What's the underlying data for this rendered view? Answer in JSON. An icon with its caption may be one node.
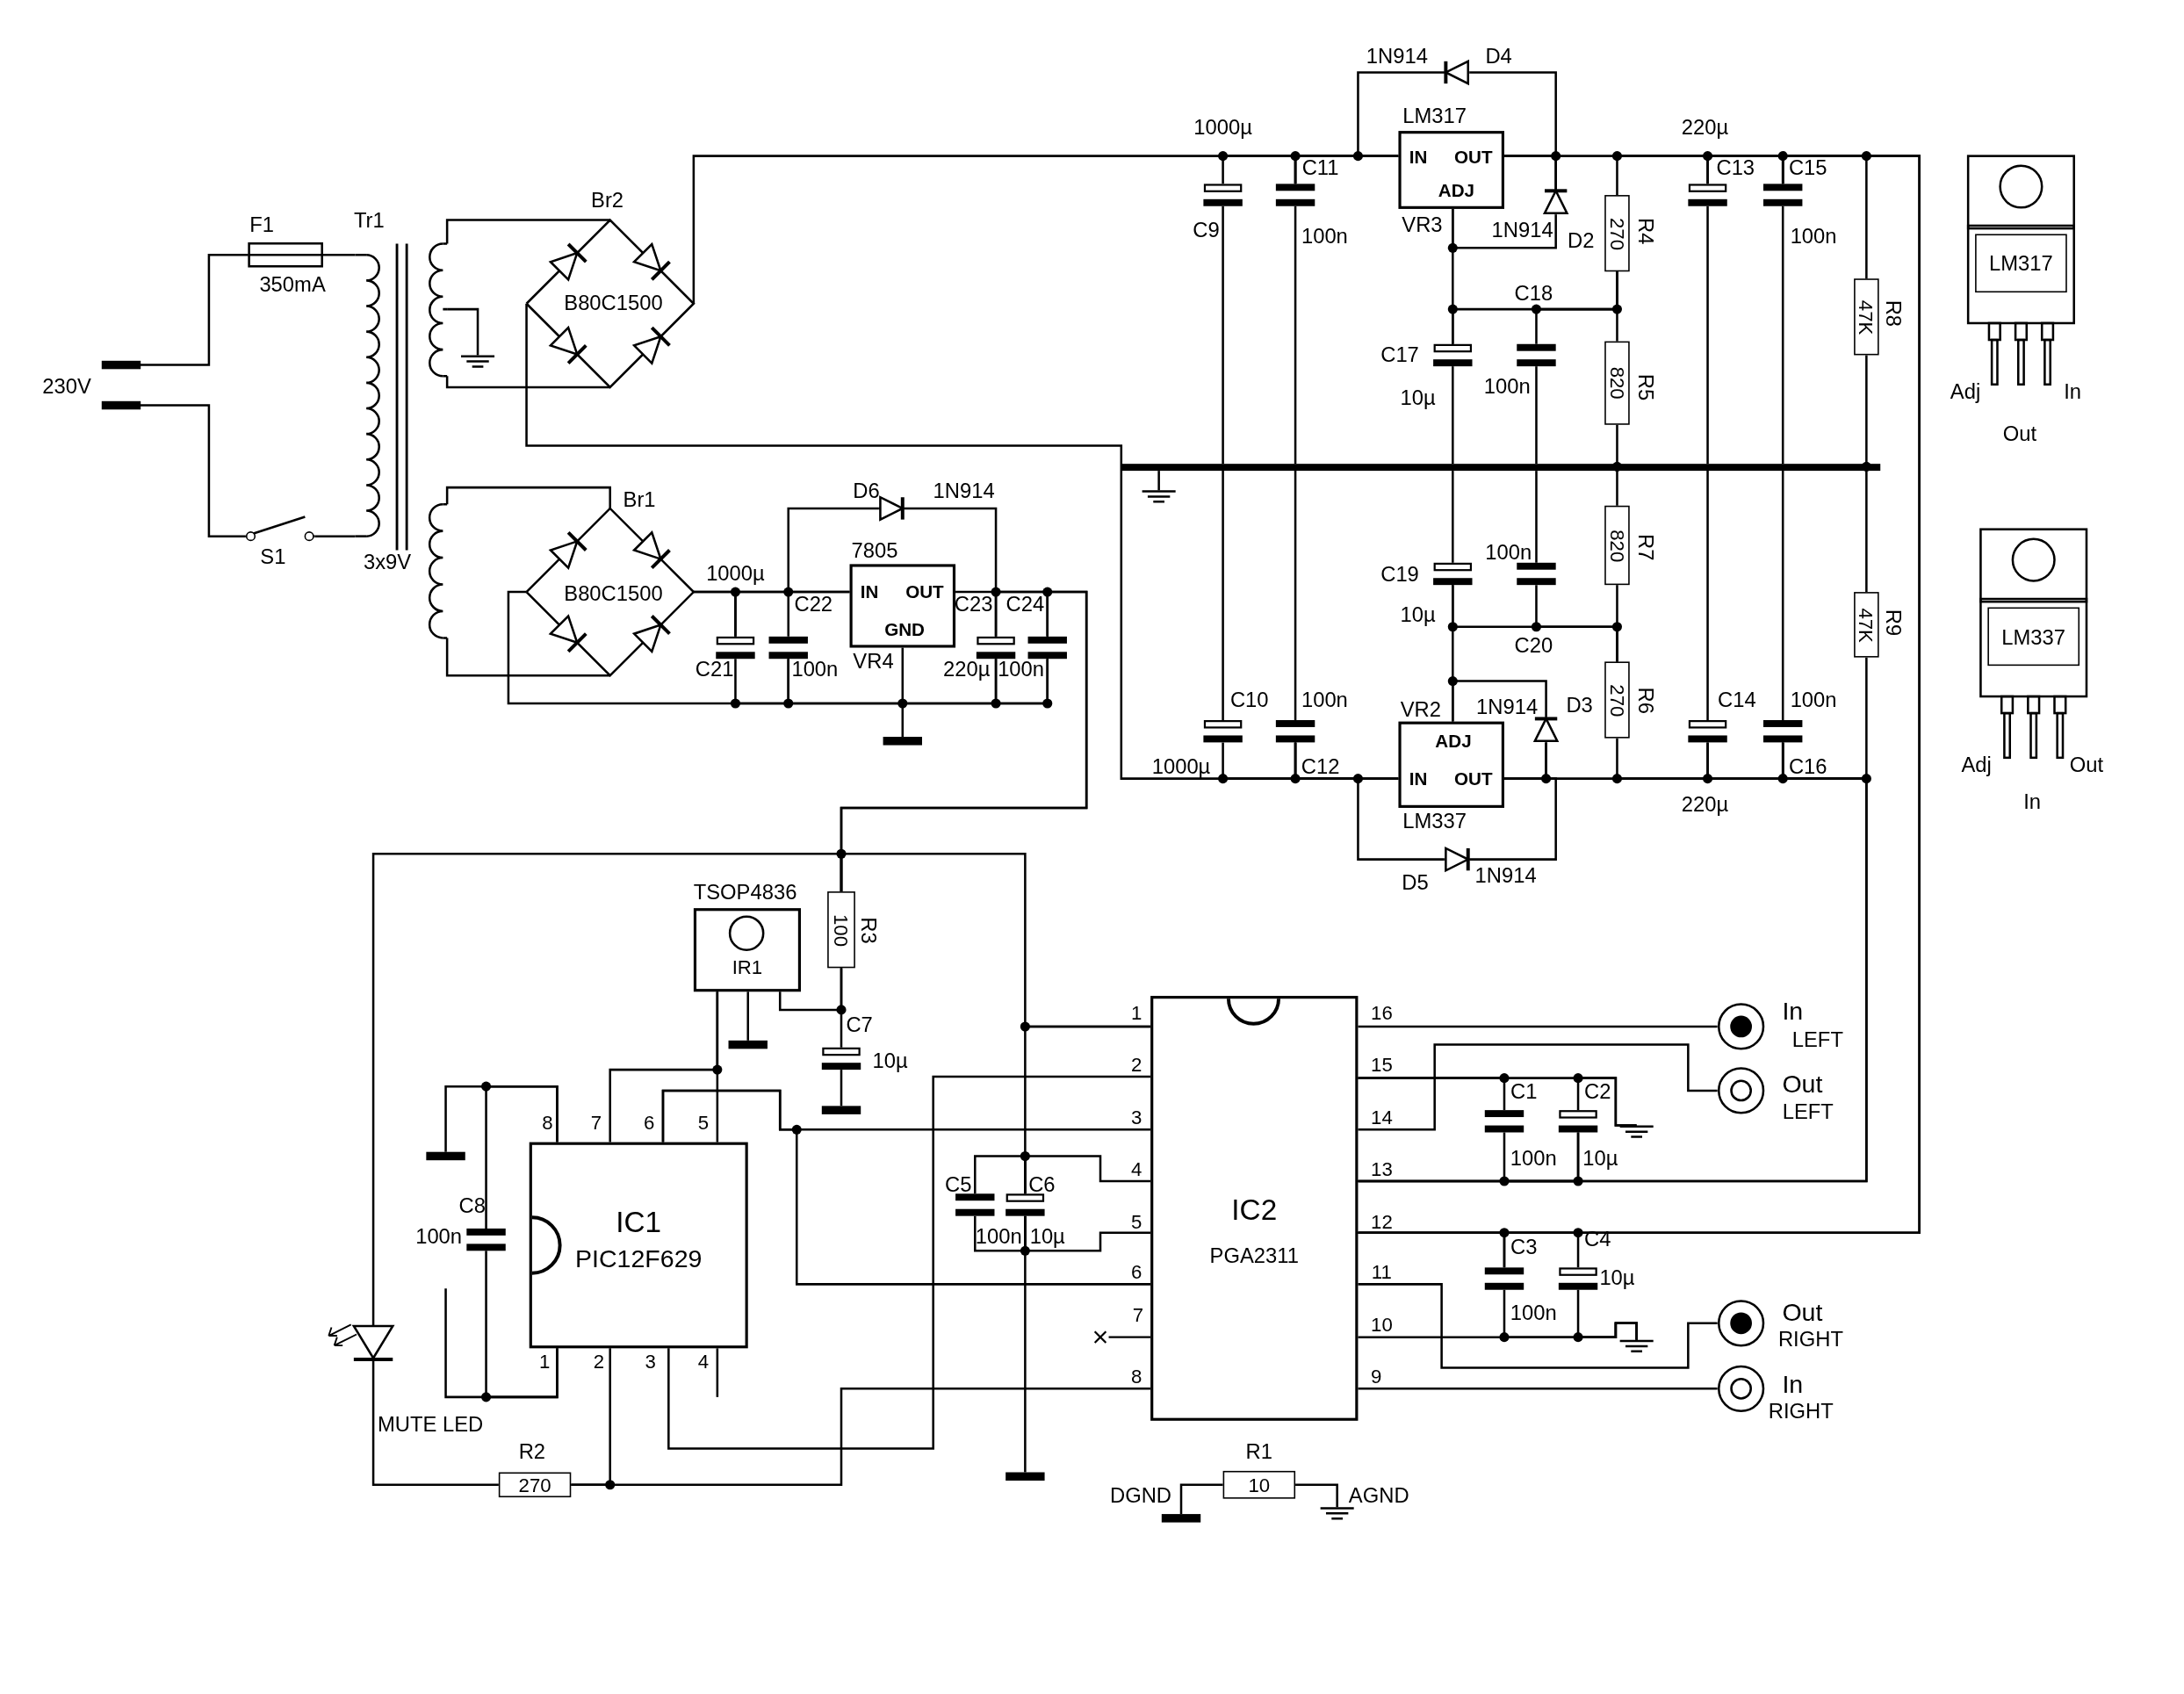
{
  "diagram": {
    "nodes": [
      {
        "text": [
          "IC1",
          "PIC12F629"
        ]
      },
      {
        "text": [
          "IC2",
          "PGA2311"
        ]
      },
      {
        "text": [
          "IN",
          "OUT",
          "ADJ"
        ],
        "beside": [
          "LM317",
          "VR3"
        ]
      },
      {
        "text": [
          "IN",
          "OUT",
          "GND"
        ],
        "beside": [
          "7805",
          "VR4"
        ]
      },
      {
        "text": [
          "ADJ",
          "IN",
          "OUT"
        ],
        "beside": [
          "VR2",
          "LM337"
        ]
      },
      {
        "text": [
          "IR1"
        ],
        "beside": [
          "TSOP4836"
        ]
      },
      {
        "text": [
          "10"
        ],
        "beside": [
          "R1"
        ]
      },
      {
        "text": [
          "270"
        ],
        "beside": [
          "R2"
        ]
      },
      {
        "text": [
          "100"
        ],
        "beside": [
          "R3"
        ]
      },
      {
        "text": [
          "270"
        ],
        "beside": [
          "R4"
        ]
      },
      {
        "text": [
          "820"
        ],
        "beside": [
          "R5"
        ]
      },
      {
        "text": [
          "270"
        ],
        "beside": [
          "R6"
        ]
      },
      {
        "text": [
          "820"
        ],
        "beside": [
          "R7"
        ]
      },
      {
        "text": [
          "47K"
        ],
        "beside": [
          "R8"
        ]
      },
      {
        "text": [
          "47K"
        ],
        "beside": [
          "R9"
        ]
      },
      {
        "text": [
          "LM317"
        ]
      },
      {
        "text": [
          "LM337"
        ]
      },
      {
        "text": [],
        "shape": "circle",
        "beside": [
          "In",
          "LEFT"
        ]
      },
      {
        "text": [],
        "shape": "circle",
        "beside": [
          "Out",
          "LEFT"
        ]
      },
      {
        "text": [],
        "shape": "circle",
        "beside": [
          "Out",
          "RIGHT"
        ]
      },
      {
        "text": [],
        "shape": "circle",
        "beside": [
          "In",
          "RIGHT"
        ]
      },
      {
        "text": [
          "B80C1500"
        ],
        "beside": [
          "Br2"
        ]
      },
      {
        "text": [
          "B80C1500"
        ],
        "beside": [
          "Br1"
        ]
      },
      {
        "text": [
          "3x9V"
        ],
        "beside": [
          "Tr1"
        ]
      },
      {
        "text": [],
        "shape": "fuse",
        "beside": [
          "F1",
          "350mA"
        ]
      },
      {
        "text": [],
        "shape": "switch",
        "beside": [
          "S1"
        ]
      },
      {
        "text": [],
        "shape": "bar"
      },
      {
        "text": [],
        "shape": "bar"
      },
      {
        "text": [],
        "shape": "capacitor",
        "beside": [
          "C21"
        ]
      },
      {
        "text": [],
        "shape": "capacitor",
        "beside": [
          "C22",
          "100n"
        ]
      },
      {
        "text": [],
        "shape": "capacitor",
        "beside": [
          "220µ"
        ]
      },
      {
        "text": [],
        "shape": "capacitor",
        "beside": [
          "C24",
          "100n"
        ]
      },
      {
        "text": [],
        "shape": "capacitor",
        "beside": [
          "1000µ",
          "C9"
        ]
      },
      {
        "text": [],
        "shape": "capacitor",
        "beside": [
          "C11",
          "100n"
        ]
      },
      {
        "text": [],
        "shape": "capacitor",
        "beside": [
          "220µ",
          "C13"
        ]
      },
      {
        "text": [],
        "shape": "capacitor",
        "beside": [
          "C15",
          "100n"
        ]
      },
      {
        "text": [],
        "shape": "capacitor",
        "beside": [
          "C17",
          "10µ"
        ]
      },
      {
        "text": [],
        "shape": "capacitor",
        "beside": [
          "C18",
          "100n"
        ]
      },
      {
        "text": [],
        "shape": "capacitor",
        "beside": [
          "C19",
          "10µ"
        ]
      },
      {
        "text": [],
        "shape": "capacitor",
        "beside": [
          "100n",
          "C20"
        ]
      },
      {
        "text": [],
        "shape": "capacitor",
        "beside": [
          "C10",
          "1000µ"
        ]
      },
      {
        "text": [],
        "shape": "capacitor",
        "beside": [
          "100n",
          "C12"
        ]
      },
      {
        "text": [],
        "shape": "capacitor",
        "beside": [
          "C14",
          "220µ"
        ]
      },
      {
        "text": [],
        "shape": "capacitor",
        "beside": [
          "100n",
          "C16"
        ]
      },
      {
        "text": [],
        "shape": "capacitor",
        "beside": [
          "C7",
          "10µ"
        ]
      },
      {
        "text": [],
        "shape": "capacitor",
        "beside": [
          "C8",
          "100n"
        ]
      },
      {
        "text": [],
        "shape": "capacitor",
        "beside": [
          "C5",
          "100n"
        ]
      },
      {
        "text": [],
        "shape": "capacitor",
        "beside": [
          "C6",
          "10µ"
        ]
      },
      {
        "text": [],
        "shape": "capacitor",
        "beside": [
          "C1",
          "100n"
        ]
      },
      {
        "text": [],
        "shape": "capacitor",
        "beside": [
          "C2",
          "10µ"
        ]
      },
      {
        "text": [],
        "shape": "capacitor",
        "beside": [
          "C3",
          "100n"
        ]
      },
      {
        "text": [],
        "shape": "capacitor",
        "beside": [
          "C4",
          "10µ"
        ]
      },
      {
        "text": [],
        "shape": "diode",
        "beside": [
          "1N914",
          "D4"
        ]
      },
      {
        "text": [],
        "shape": "diode",
        "beside": [
          "1N914",
          "D2"
        ]
      },
      {
        "text": [],
        "shape": "diode",
        "beside": [
          "D6",
          "1N914"
        ]
      },
      {
        "text": [],
        "shape": "diode",
        "beside": [
          "1N914",
          "D3"
        ]
      },
      {
        "text": [],
        "shape": "diode",
        "beside": [
          "D5",
          "1N914"
        ]
      },
      {
        "text": [],
        "shape": "led",
        "beside": [
          "MUTE LED"
        ]
      },
      {
        "text": [],
        "shape": "ground"
      },
      {
        "text": [],
        "shape": "ground"
      },
      {
        "text": [],
        "shape": "ground"
      },
      {
        "text": [],
        "shape": "ground"
      },
      {
        "text": [],
        "shape": "ground",
        "beside": [
          "AGND"
        ]
      },
      {
        "text": [],
        "shape": "bar"
      },
      {
        "text": [],
        "shape": "bar"
      },
      {
        "text": [],
        "shape": "bar"
      },
      {
        "text": [],
        "shape": "bar"
      },
      {
        "text": [],
        "shape": "bar"
      },
      {
        "text": [],
        "shape": "bar",
        "beside": [
          "DGND"
        ]
      },
      {
        "text": [],
        "shape": "bar"
      }
    ],
    "edges": [
      {
        "from": 26,
        "to": 24,
        "arrow": "none"
      },
      {
        "from": 24,
        "to": 23,
        "arrow": "none"
      },
      {
        "from": 27,
        "to": 25,
        "arrow": "none"
      },
      {
        "from": 25,
        "to": 23,
        "arrow": "none"
      },
      {
        "from": 23,
        "to": 21,
        "arrow": "none"
      },
      {
        "from": 23,
        "to": 21,
        "arrow": "none"
      },
      {
        "from": 23,
        "to": 58,
        "arrow": "none"
      },
      {
        "from": 23,
        "to": 22,
        "arrow": "none"
      },
      {
        "from": 23,
        "to": 22,
        "arrow": "none"
      },
      {
        "from": 21,
        "to": 2,
        "arrow": "none"
      },
      {
        "from": 21,
        "to": 4,
        "arrow": "none"
      },
      {
        "from": 22,
        "to": 3,
        "arrow": "none"
      },
      {
        "from": 22,
        "to": 31,
        "arrow": "none"
      },
      {
        "from": 28,
        "to": 22,
        "arrow": "none"
      },
      {
        "from": 28,
        "to": 29,
        "arrow": "none"
      },
      {
        "from": 29,
        "to": 3,
        "arrow": "none"
      },
      {
        "from": 29,
        "to": 30,
        "arrow": "none"
      },
      {
        "from": 54,
        "to": 28,
        "arrow": "none"
      },
      {
        "from": 54,
        "to": 30,
        "arrow": "none"
      },
      {
        "from": 3,
        "to": 8,
        "arrow": "none"
      },
      {
        "from": 30,
        "to": 31,
        "arrow": "none"
      },
      {
        "from": 30,
        "to": 31,
        "arrow": "none"
      },
      {
        "from": 31,
        "to": 8,
        "arrow": "none"
      },
      {
        "from": 3,
        "to": 63,
        "arrow": "none"
      },
      {
        "from": 32,
        "to": 33,
        "arrow": "none"
      },
      {
        "from": 32,
        "to": 69,
        "arrow": "none"
      },
      {
        "from": 33,
        "to": 2,
        "arrow": "none"
      },
      {
        "from": 33,
        "to": 69,
        "arrow": "none"
      },
      {
        "from": 52,
        "to": 33,
        "arrow": "none"
      },
      {
        "from": 52,
        "to": 53,
        "arrow": "none"
      },
      {
        "from": 2,
        "to": 1,
        "arrow": "none"
      },
      {
        "from": 53,
        "to": 2,
        "arrow": "none"
      },
      {
        "from": 53,
        "to": 2,
        "arrow": "none"
      },
      {
        "from": 2,
        "to": 36,
        "arrow": "none"
      },
      {
        "from": 9,
        "to": 34,
        "arrow": "none"
      },
      {
        "from": 9,
        "to": 10,
        "arrow": "none"
      },
      {
        "from": 37,
        "to": 9,
        "arrow": "none"
      },
      {
        "from": 36,
        "to": 69,
        "arrow": "none"
      },
      {
        "from": 37,
        "to": 69,
        "arrow": "none"
      },
      {
        "from": 10,
        "to": 12,
        "arrow": "none"
      },
      {
        "from": 34,
        "to": 35,
        "arrow": "none"
      },
      {
        "from": 34,
        "to": 69,
        "arrow": "none"
      },
      {
        "from": 35,
        "to": 1,
        "arrow": "none"
      },
      {
        "from": 35,
        "to": 69,
        "arrow": "none"
      },
      {
        "from": 13,
        "to": 35,
        "arrow": "none"
      },
      {
        "from": 13,
        "to": 14,
        "arrow": "none"
      },
      {
        "from": 38,
        "to": 69,
        "arrow": "none"
      },
      {
        "from": 38,
        "to": 4,
        "arrow": "none"
      },
      {
        "from": 39,
        "to": 69,
        "arrow": "none"
      },
      {
        "from": 39,
        "to": 11,
        "arrow": "none"
      },
      {
        "from": 12,
        "to": 11,
        "arrow": "none"
      },
      {
        "from": 11,
        "to": 42,
        "arrow": "none"
      },
      {
        "from": 55,
        "to": 4,
        "arrow": "none"
      },
      {
        "from": 55,
        "to": 4,
        "arrow": "none"
      },
      {
        "from": 4,
        "to": 1,
        "arrow": "none"
      },
      {
        "from": 14,
        "to": 43,
        "arrow": "none"
      },
      {
        "from": 40,
        "to": 69,
        "arrow": "none"
      },
      {
        "from": 40,
        "to": 41,
        "arrow": "none"
      },
      {
        "from": 41,
        "to": 69,
        "arrow": "none"
      },
      {
        "from": 41,
        "to": 4,
        "arrow": "none"
      },
      {
        "from": 42,
        "to": 69,
        "arrow": "none"
      },
      {
        "from": 42,
        "to": 43,
        "arrow": "none"
      },
      {
        "from": 43,
        "to": 69,
        "arrow": "none"
      },
      {
        "from": 43,
        "to": 1,
        "arrow": "none"
      },
      {
        "from": 56,
        "to": 41,
        "arrow": "none"
      },
      {
        "from": 56,
        "to": 55,
        "arrow": "none"
      },
      {
        "from": 69,
        "to": 59,
        "arrow": "none"
      },
      {
        "from": 57,
        "to": 8,
        "arrow": "none"
      },
      {
        "from": 1,
        "to": 8,
        "arrow": "none"
      },
      {
        "from": 47,
        "to": 1,
        "arrow": "none"
      },
      {
        "from": 46,
        "to": 47,
        "arrow": "none"
      },
      {
        "from": 1,
        "to": 47,
        "arrow": "none"
      },
      {
        "from": 46,
        "to": 47,
        "arrow": "none"
      },
      {
        "from": 47,
        "to": 67,
        "arrow": "none"
      },
      {
        "from": 1,
        "to": 47,
        "arrow": "none"
      },
      {
        "from": 8,
        "to": 5,
        "arrow": "none"
      },
      {
        "from": 44,
        "to": 8,
        "arrow": "none"
      },
      {
        "from": 44,
        "to": 64,
        "arrow": "none"
      },
      {
        "from": 5,
        "to": 0,
        "arrow": "none"
      },
      {
        "from": 5,
        "to": 65,
        "arrow": "none"
      },
      {
        "from": 0,
        "to": 66,
        "arrow": "none"
      },
      {
        "from": 45,
        "to": 0,
        "arrow": "none"
      },
      {
        "from": 45,
        "to": 0,
        "arrow": "none"
      },
      {
        "from": 0,
        "to": null,
        "arrow": "none"
      },
      {
        "from": 0,
        "to": 5,
        "arrow": "none"
      },
      {
        "from": 1,
        "to": 0,
        "arrow": "none"
      },
      {
        "from": 0,
        "to": 1,
        "arrow": "none"
      },
      {
        "from": 1,
        "to": 0,
        "arrow": "none"
      },
      {
        "from": 1,
        "to": 7,
        "arrow": "none"
      },
      {
        "from": 0,
        "to": 7,
        "arrow": "none"
      },
      {
        "from": 7,
        "to": 57,
        "arrow": "none"
      },
      {
        "from": 0,
        "to": null,
        "arrow": "none"
      },
      {
        "from": 1,
        "to": 17,
        "arrow": "none"
      },
      {
        "from": 1,
        "to": 60,
        "arrow": "none"
      },
      {
        "from": 48,
        "to": 1,
        "arrow": "none"
      },
      {
        "from": 49,
        "to": 60,
        "arrow": "none"
      },
      {
        "from": 48,
        "to": 49,
        "arrow": "none"
      },
      {
        "from": 49,
        "to": 1,
        "arrow": "none"
      },
      {
        "from": 1,
        "to": 18,
        "arrow": "none"
      },
      {
        "from": 50,
        "to": 1,
        "arrow": "none"
      },
      {
        "from": 51,
        "to": 50,
        "arrow": "none"
      },
      {
        "from": 50,
        "to": 61,
        "arrow": "none"
      },
      {
        "from": 51,
        "to": 61,
        "arrow": "none"
      },
      {
        "from": 1,
        "to": 61,
        "arrow": "none"
      },
      {
        "from": 1,
        "to": 19,
        "arrow": "none"
      },
      {
        "from": 1,
        "to": 20,
        "arrow": "none"
      },
      {
        "from": 68,
        "to": 6,
        "arrow": "none"
      },
      {
        "from": 6,
        "to": 62,
        "arrow": "none"
      },
      {
        "from": 36,
        "to": 9,
        "arrow": "none"
      },
      {
        "from": 38,
        "to": 11,
        "arrow": "none"
      }
    ],
    "labels": [
      "230V",
      "1000µ",
      "C23",
      "Adj",
      "In",
      "Out",
      "Adj",
      "In",
      "Out",
      "8",
      "7",
      "6",
      "5",
      "1",
      "2",
      "3",
      "4",
      "1",
      "2",
      "3",
      "4",
      "5",
      "6",
      "7",
      "8",
      "16",
      "15",
      "14",
      "13",
      "12",
      "11",
      "10",
      "9"
    ]
  }
}
